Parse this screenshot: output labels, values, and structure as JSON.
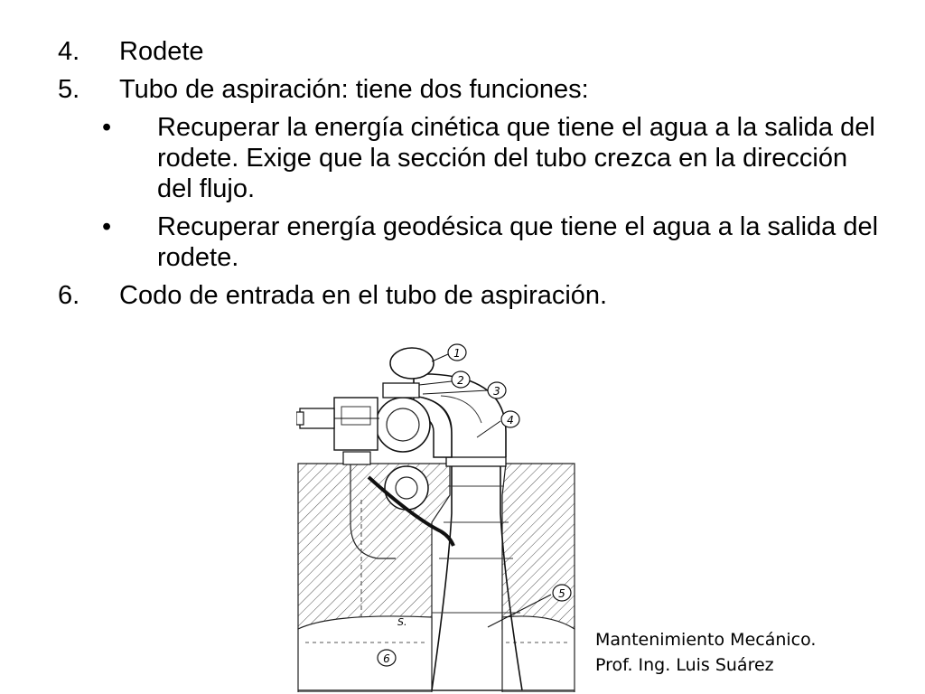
{
  "slide": {
    "items": [
      {
        "marker": "4.",
        "text": "Rodete"
      },
      {
        "marker": "5.",
        "text": "Tubo de aspiración: tiene dos funciones:"
      }
    ],
    "bullets": [
      {
        "marker": "•",
        "text": "Recuperar la energía cinética que tiene el agua a la salida del rodete. Exige que la sección del tubo crezca en la dirección del flujo."
      },
      {
        "marker": "•",
        "text": "Recuperar energía geodésica que tiene el agua a la salida del rodete."
      }
    ],
    "final_item": {
      "marker": "6.",
      "text": "Codo de entrada en el tubo de aspiración."
    }
  },
  "figure": {
    "callouts": [
      "1",
      "2",
      "3",
      "4",
      "5",
      "6"
    ],
    "annotation_s": "S."
  },
  "footer": {
    "line1": "Mantenimiento Mecánico.",
    "line2": "Prof. Ing. Luis Suárez"
  }
}
